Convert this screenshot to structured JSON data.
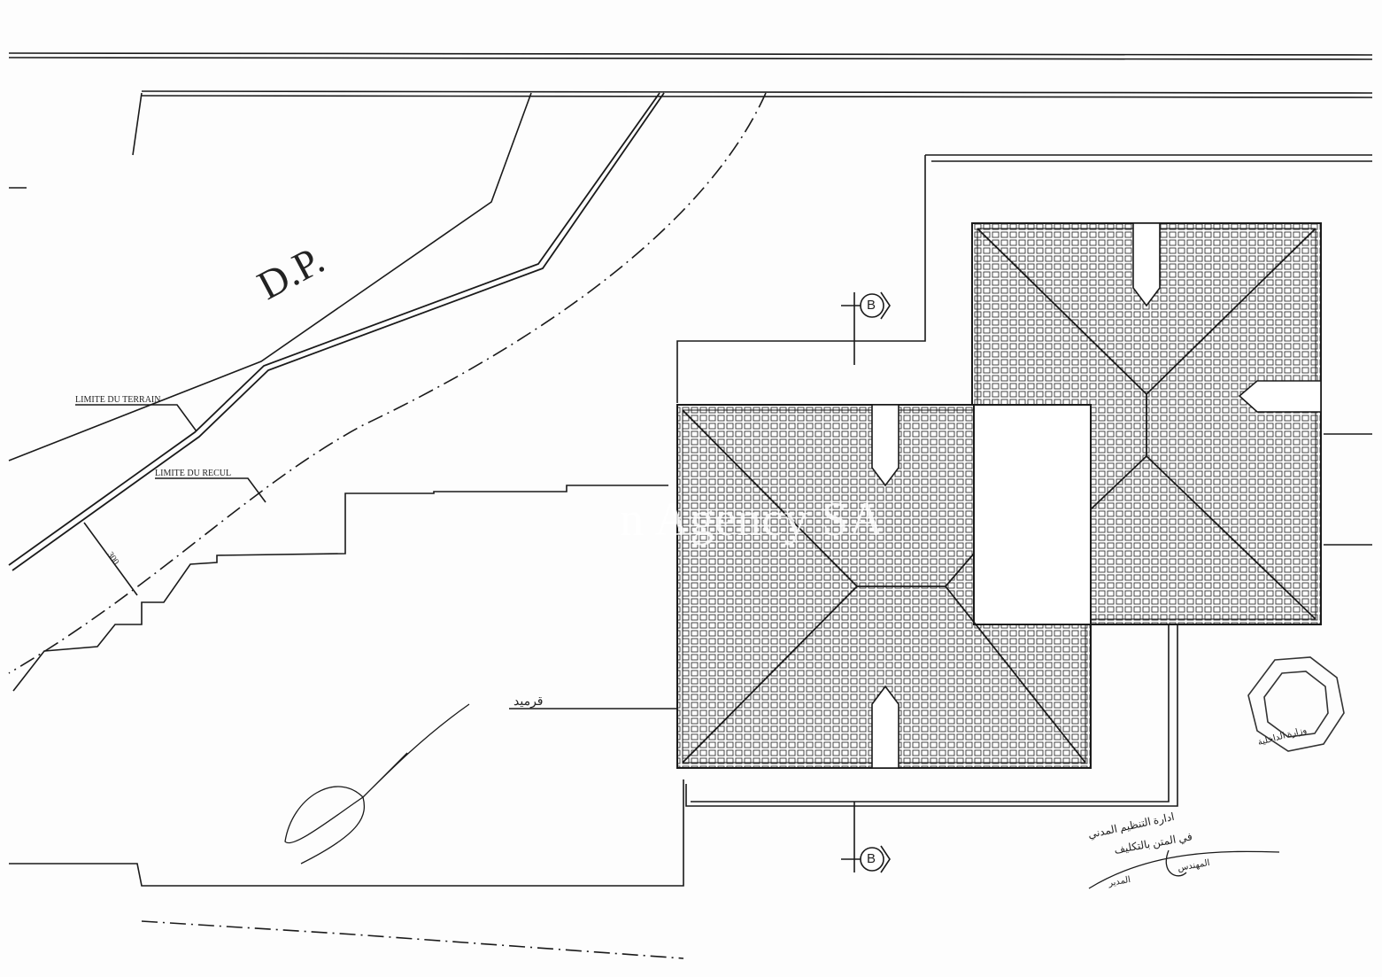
{
  "labels": {
    "dp": "D.P.",
    "limite_terrain": "LIMITE DU TERRAIN",
    "limite_recul": "LIMITE DU RECUL",
    "dimension": "300",
    "roof_material": "قرميد",
    "section_top": "B",
    "section_bottom": "B"
  },
  "approval": {
    "line1": "ادارة التنظيم المدني",
    "line2": "في المتن بالتكليف",
    "engineer": "المهندس",
    "director": "المدير"
  },
  "stamp_text": "وزارة الداخلية",
  "watermark": "n Agency SA",
  "colors": {
    "ink": "#1a1a1a",
    "paper": "#fdfdfd"
  }
}
